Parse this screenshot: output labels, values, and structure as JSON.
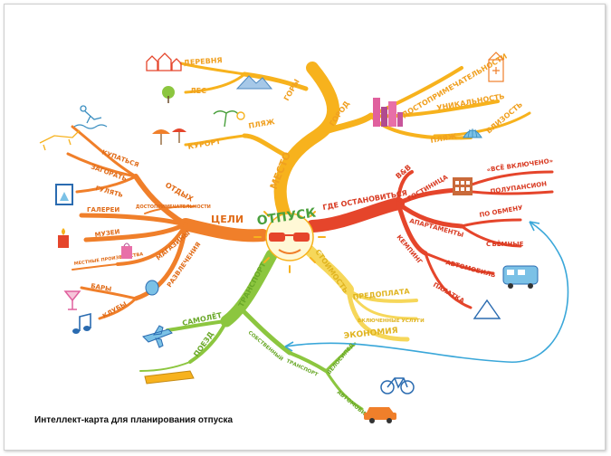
{
  "center": "ОТПУСК",
  "branches": {
    "place": "МЕСТО",
    "goals": "ЦЕЛИ",
    "stay": "ГДЕ ОСТАНОВИТЬСЯ",
    "cost": "СТОИМОСТЬ",
    "transport": "ТРАНСПОРТ"
  },
  "place": {
    "village": "ДЕРЕВНЯ",
    "forest": "ЛЕС",
    "mountains": "ГОРЫ",
    "beach": "ПЛЯЖ",
    "resort": "КУРОРТ",
    "city": "ГОРОД",
    "sights": "ДОСТОПРИМЕЧАТЕЛЬНОСТИ",
    "uniqueness": "УНИКАЛЬНОСТЬ",
    "beach2": "ПЛЯЖ",
    "proximity": "БЛИЗОСТЬ"
  },
  "goals": {
    "swim": "КУПАТЬСЯ",
    "tan": "ЗАГОРАТЬ",
    "rest": "ОТДЫХ",
    "walk": "ГУЛЯТЬ",
    "gallery": "ГАЛЕРЕИ",
    "sightsee": "ДОСТОПРИМЕЧАТЕЛЬНОСТИ",
    "museums": "МУЗЕИ",
    "shops": "МАГАЗИНЫ",
    "local": "МЕСТНЫЕ ПРОИЗВОДСТВА",
    "fun": "РАЗВЛЕЧЕНИЯ",
    "bars": "БАРЫ",
    "clubs": "КЛУБЫ"
  },
  "stay": {
    "bnb": "B&B",
    "hotel": "ГОСТИНИЦА",
    "allinc": "«ВСЁ ВКЛЮЧЕНО»",
    "halfboard": "ПОЛУПАНСИОН",
    "apartments": "АПАРТАМЕНТЫ",
    "exchange": "ПО ОБМЕНУ",
    "rent": "СЪЁМНЫЕ",
    "camping": "КЕМПИНГ",
    "rv": "АВТОМОБИЛЬ",
    "tent": "ПАЛАТКА"
  },
  "cost": {
    "prepay": "ПРЕДОПЛАТА",
    "included": "ВКЛЮЧЕННЫЕ УСЛУГИ",
    "savings": "ЭКОНОМИЯ"
  },
  "transport": {
    "plane": "САМОЛЁТ",
    "train": "ПОЕЗД",
    "own": "СОБСТВЕННЫЙ",
    "transport": "ТРАНСПОРТ",
    "bike": "ВЕЛОСИПЕД",
    "car": "АВТОМОБИЛЬ"
  },
  "caption": "Интеллект-карта для планирования отпуска",
  "colors": {
    "place": "#f7b21d",
    "goals": "#f07f2a",
    "stay": "#e5452b",
    "cost": "#f6d75a",
    "transport": "#8cc63f",
    "link": "#3aa7d9"
  }
}
